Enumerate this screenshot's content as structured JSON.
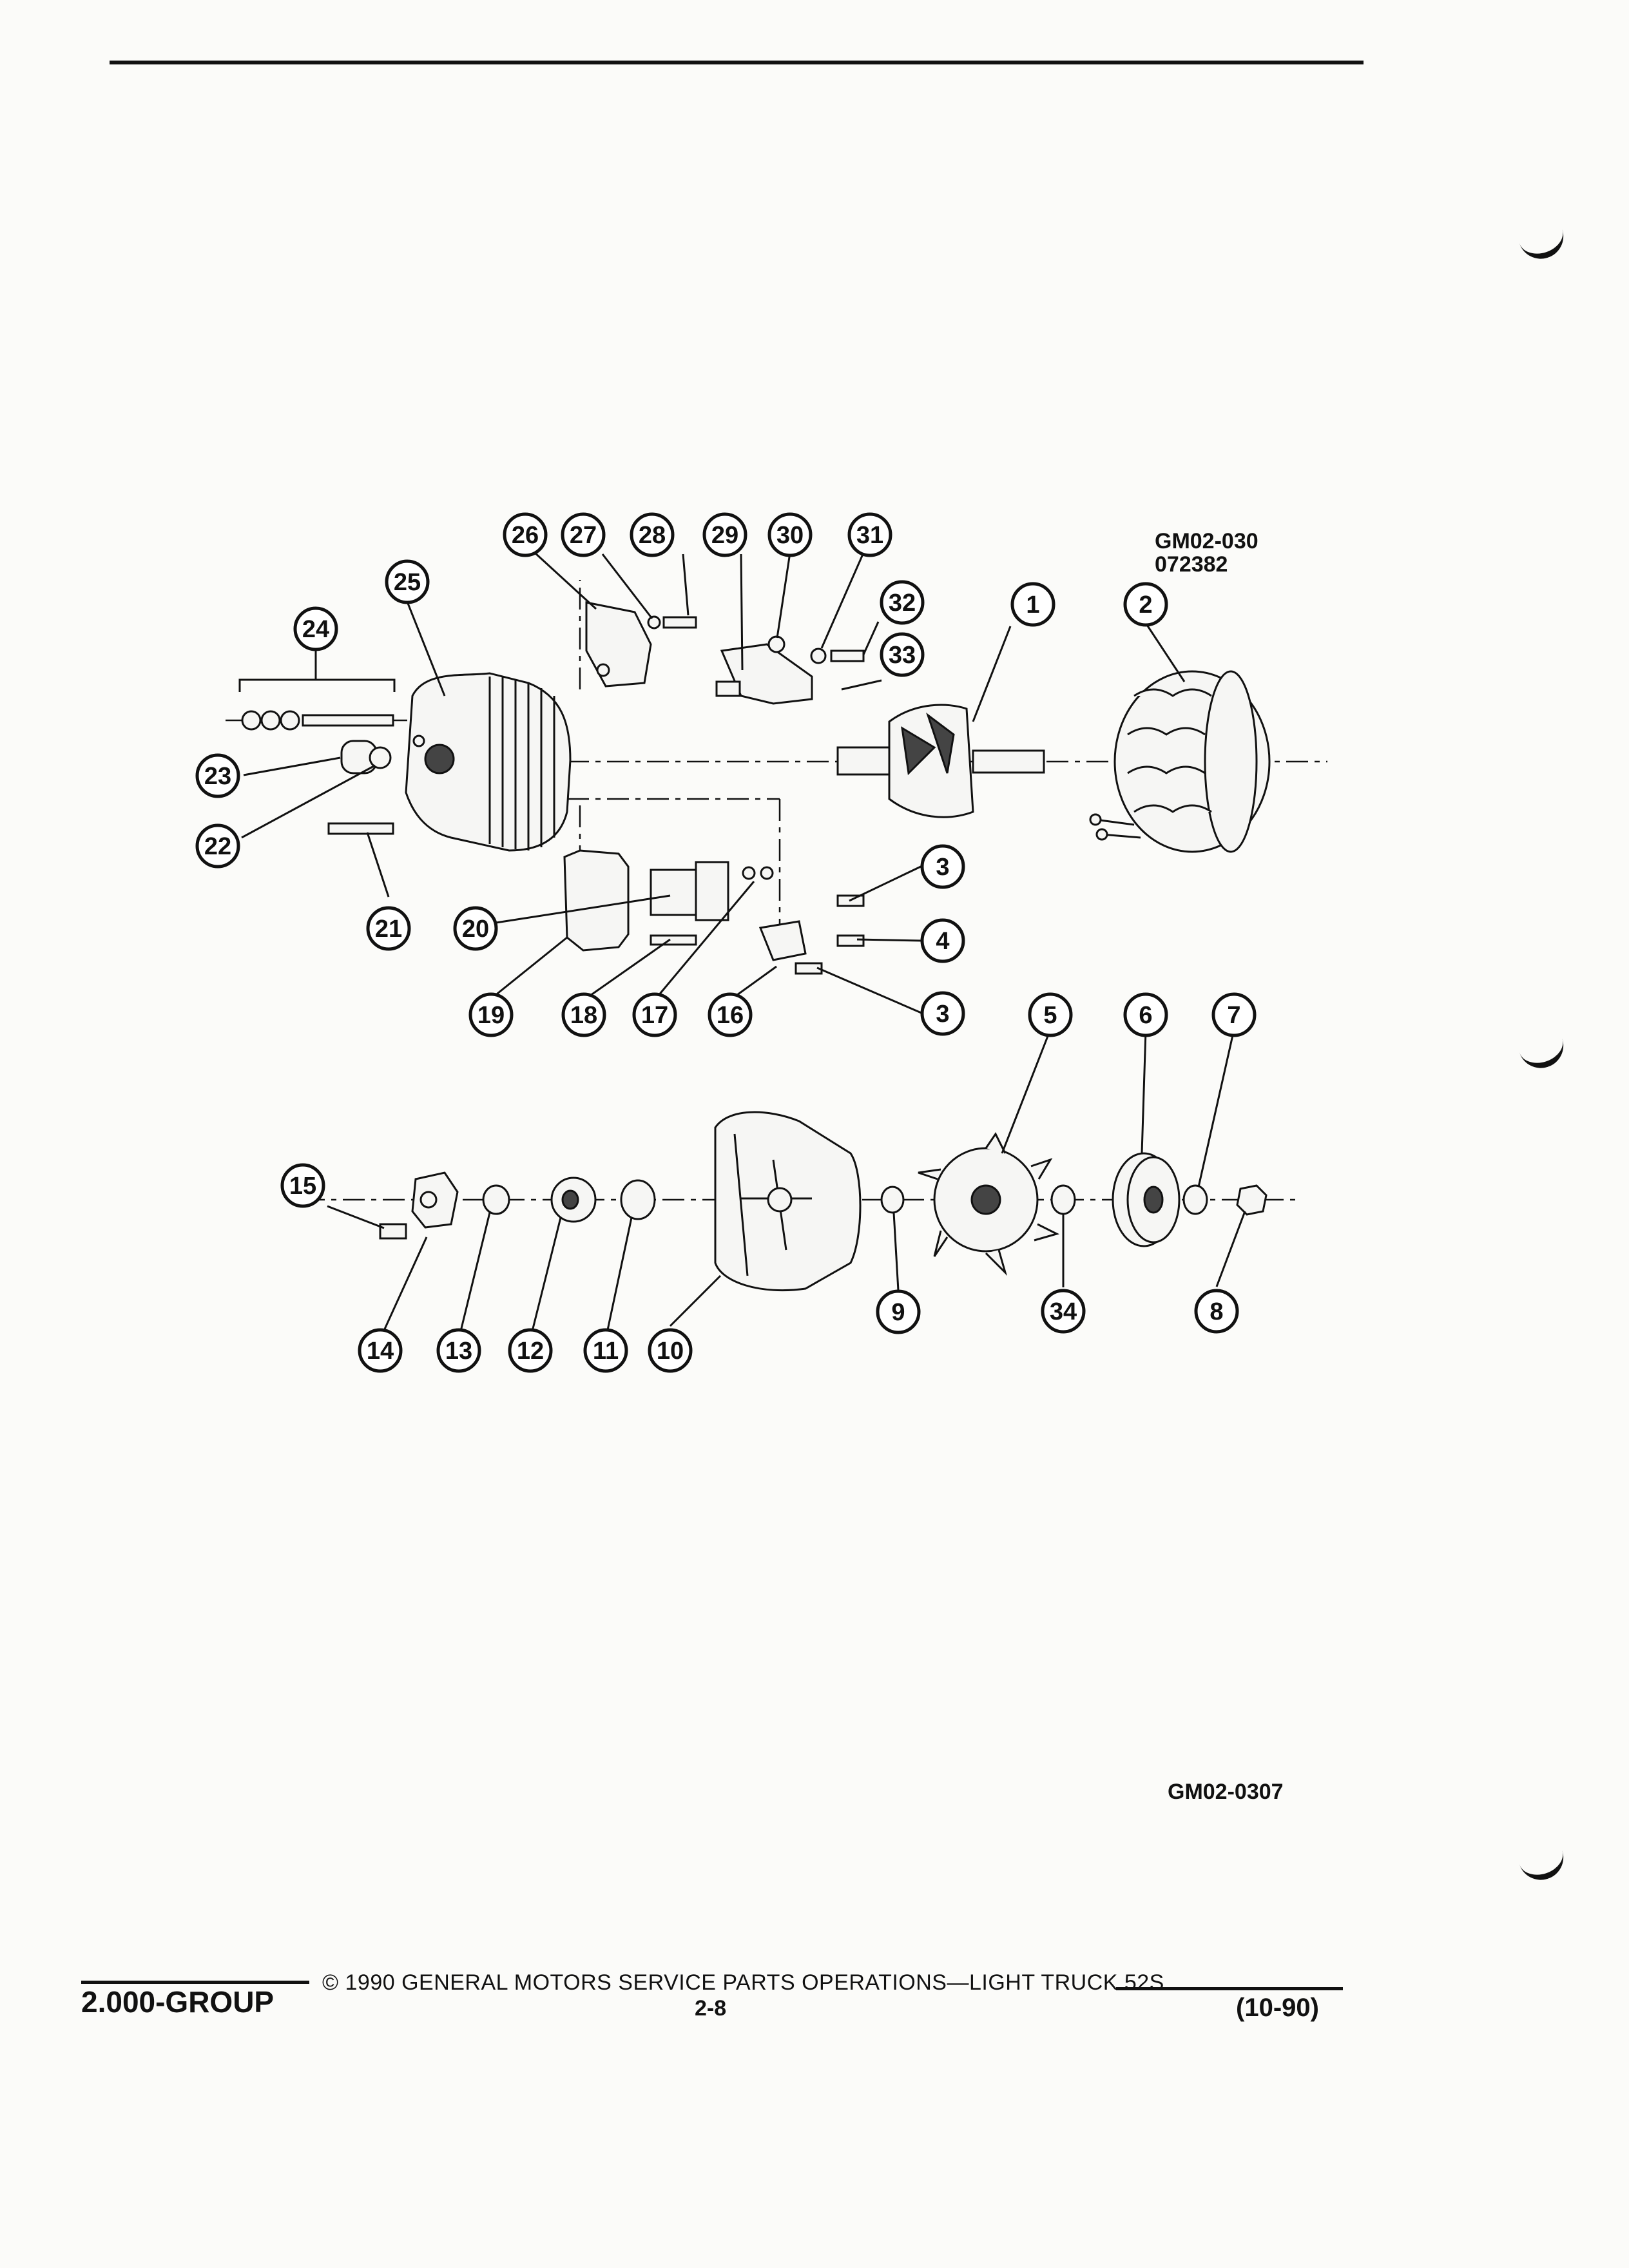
{
  "diagram": {
    "reference_top": [
      "GM02-030",
      "072382"
    ],
    "reference_bottom": "GM02-0307",
    "callouts": [
      {
        "label": "1"
      },
      {
        "label": "2"
      },
      {
        "label": "3"
      },
      {
        "label": "4"
      },
      {
        "label": "3"
      },
      {
        "label": "5"
      },
      {
        "label": "6"
      },
      {
        "label": "7"
      },
      {
        "label": "8"
      },
      {
        "label": "9"
      },
      {
        "label": "34"
      },
      {
        "label": "10"
      },
      {
        "label": "11"
      },
      {
        "label": "12"
      },
      {
        "label": "13"
      },
      {
        "label": "14"
      },
      {
        "label": "15"
      },
      {
        "label": "16"
      },
      {
        "label": "17"
      },
      {
        "label": "18"
      },
      {
        "label": "19"
      },
      {
        "label": "20"
      },
      {
        "label": "21"
      },
      {
        "label": "22"
      },
      {
        "label": "23"
      },
      {
        "label": "24"
      },
      {
        "label": "25"
      },
      {
        "label": "26"
      },
      {
        "label": "27"
      },
      {
        "label": "28"
      },
      {
        "label": "29"
      },
      {
        "label": "30"
      },
      {
        "label": "31"
      },
      {
        "label": "32"
      },
      {
        "label": "33"
      }
    ]
  },
  "footer": {
    "group": "2.000-GROUP",
    "copyright": "© 1990 GENERAL MOTORS SERVICE PARTS OPERATIONS—LIGHT TRUCK 52S",
    "page_number": "2-8",
    "date_code": "(10-90)"
  }
}
